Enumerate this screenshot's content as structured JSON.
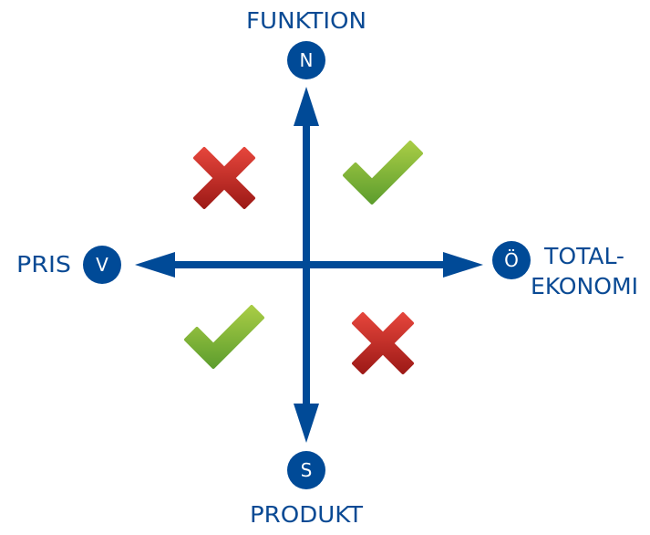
{
  "axes": {
    "top": {
      "label": "FUNKTION",
      "letter": "N"
    },
    "bottom": {
      "label": "PRODUKT",
      "letter": "S"
    },
    "left": {
      "label": "PRIS",
      "letter": "V"
    },
    "right": {
      "label_line1": "TOTAL-",
      "label_line2": "EKONOMI",
      "letter": "Ö"
    }
  },
  "quadrants": {
    "top_left": "cross-icon",
    "top_right": "check-icon",
    "bottom_left": "check-icon",
    "bottom_right": "cross-icon"
  },
  "colors": {
    "axis": "#004a97",
    "cross": "#c8302b",
    "check": "#7cb53a"
  }
}
